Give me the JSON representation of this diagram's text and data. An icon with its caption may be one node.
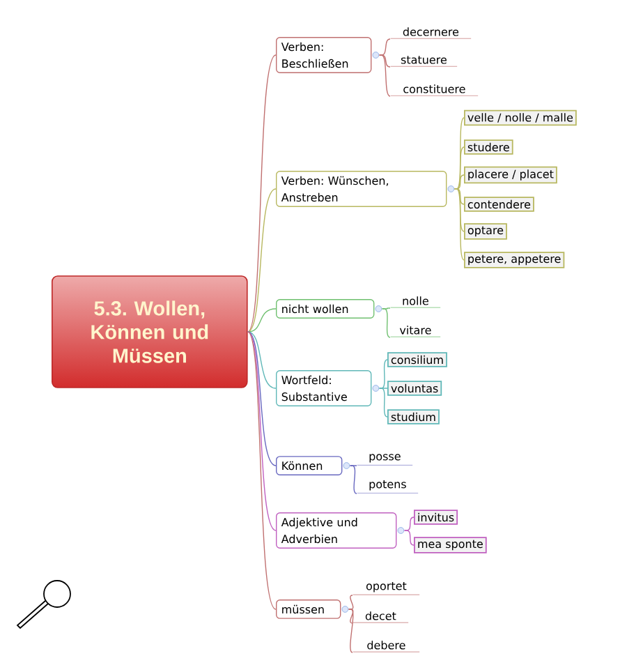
{
  "diagram": {
    "nodes": [
      {
        "text": [
          "5.3. Wollen, Können und Müssen"
        ]
      },
      {
        "text": [
          "Verben: Beschließen"
        ]
      },
      {
        "text": [
          "decernere"
        ]
      },
      {
        "text": [
          "statuere"
        ]
      },
      {
        "text": [
          "constituere"
        ]
      },
      {
        "text": [
          "Verben: Wünschen, Anstreben"
        ]
      },
      {
        "text": [
          "velle / nolle / malle"
        ]
      },
      {
        "text": [
          "studere"
        ]
      },
      {
        "text": [
          "placere / placet"
        ]
      },
      {
        "text": [
          "contendere"
        ]
      },
      {
        "text": [
          "optare"
        ]
      },
      {
        "text": [
          "petere, appetere"
        ]
      },
      {
        "text": [
          "nicht wollen"
        ]
      },
      {
        "text": [
          "nolle"
        ]
      },
      {
        "text": [
          "vitare"
        ]
      },
      {
        "text": [
          "Wortfeld: Substantive"
        ]
      },
      {
        "text": [
          "consilium"
        ]
      },
      {
        "text": [
          "voluntas"
        ]
      },
      {
        "text": [
          "studium"
        ]
      },
      {
        "text": [
          "Können"
        ]
      },
      {
        "text": [
          "posse"
        ]
      },
      {
        "text": [
          "potens"
        ]
      },
      {
        "text": [
          "Adjektive und Adverbien"
        ]
      },
      {
        "text": [
          "invitus"
        ]
      },
      {
        "text": [
          "mea sponte"
        ]
      },
      {
        "text": [
          "müssen"
        ]
      },
      {
        "text": [
          "oportet"
        ]
      },
      {
        "text": [
          "decet"
        ]
      },
      {
        "text": [
          "debere"
        ]
      }
    ],
    "edges": [
      {
        "from": 0,
        "to": 1,
        "arrow": "none",
        "color": "#c07070"
      },
      {
        "from": 1,
        "to": 2,
        "arrow": "none",
        "color": "#c07070"
      },
      {
        "from": 1,
        "to": 3,
        "arrow": "none",
        "color": "#c07070"
      },
      {
        "from": 1,
        "to": 4,
        "arrow": "none",
        "color": "#c07070"
      },
      {
        "from": 0,
        "to": 5,
        "arrow": "none",
        "color": "#b8b860"
      },
      {
        "from": 5,
        "to": 6,
        "arrow": "none",
        "color": "#b8b860"
      },
      {
        "from": 5,
        "to": 7,
        "arrow": "none",
        "color": "#b8b860"
      },
      {
        "from": 5,
        "to": 8,
        "arrow": "none",
        "color": "#b8b860"
      },
      {
        "from": 5,
        "to": 9,
        "arrow": "none",
        "color": "#b8b860"
      },
      {
        "from": 5,
        "to": 10,
        "arrow": "none",
        "color": "#b8b860"
      },
      {
        "from": 5,
        "to": 11,
        "arrow": "none",
        "color": "#b8b860"
      },
      {
        "from": 0,
        "to": 12,
        "arrow": "none",
        "color": "#70c070"
      },
      {
        "from": 12,
        "to": 13,
        "arrow": "none",
        "color": "#70c070"
      },
      {
        "from": 12,
        "to": 14,
        "arrow": "none",
        "color": "#70c070"
      },
      {
        "from": 0,
        "to": 15,
        "arrow": "none",
        "color": "#60b8b8"
      },
      {
        "from": 15,
        "to": 16,
        "arrow": "none",
        "color": "#60b8b8"
      },
      {
        "from": 15,
        "to": 17,
        "arrow": "none",
        "color": "#60b8b8"
      },
      {
        "from": 15,
        "to": 18,
        "arrow": "none",
        "color": "#60b8b8"
      },
      {
        "from": 0,
        "to": 19,
        "arrow": "none",
        "color": "#6868c0"
      },
      {
        "from": 19,
        "to": 20,
        "arrow": "none",
        "color": "#6868c0"
      },
      {
        "from": 19,
        "to": 21,
        "arrow": "none",
        "color": "#6868c0"
      },
      {
        "from": 0,
        "to": 22,
        "arrow": "none",
        "color": "#c060c0"
      },
      {
        "from": 22,
        "to": 23,
        "arrow": "none",
        "color": "#c060c0"
      },
      {
        "from": 22,
        "to": 24,
        "arrow": "none",
        "color": "#c060c0"
      },
      {
        "from": 0,
        "to": 25,
        "arrow": "none",
        "color": "#c07070"
      },
      {
        "from": 25,
        "to": 26,
        "arrow": "none",
        "color": "#c07070"
      },
      {
        "from": 25,
        "to": 27,
        "arrow": "none",
        "color": "#c07070"
      },
      {
        "from": 25,
        "to": 28,
        "arrow": "none",
        "color": "#c07070"
      }
    ]
  }
}
